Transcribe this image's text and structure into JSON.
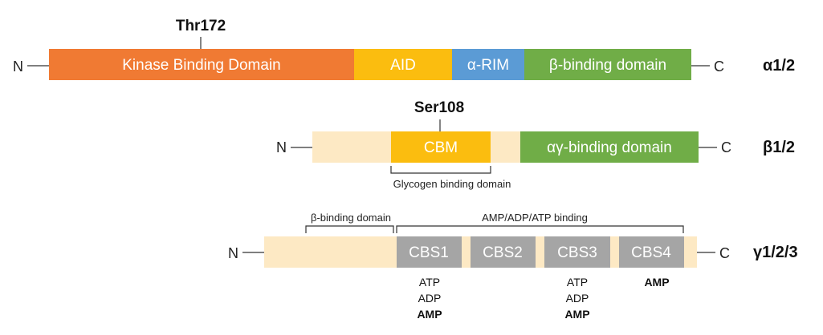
{
  "colors": {
    "orange": "#f07a33",
    "yellow": "#fbbd0f",
    "blue": "#5b9bd5",
    "green": "#70ad47",
    "cream": "#fde9c4",
    "gray": "#a5a5a5"
  },
  "alpha": {
    "subunit": "α1/2",
    "n_terminus": "N",
    "c_terminus": "C",
    "site": "Thr172",
    "segments": [
      "Kinase Binding Domain",
      "AID",
      "α-RIM",
      "β-binding domain"
    ]
  },
  "beta": {
    "subunit": "β1/2",
    "n_terminus": "N",
    "c_terminus": "C",
    "site": "Ser108",
    "segments": [
      "CBM",
      "αγ-binding domain"
    ],
    "bracket_label": "Glycogen binding domain"
  },
  "gamma": {
    "subunit": "γ1/2/3",
    "n_terminus": "N",
    "c_terminus": "C",
    "bracket_beta": "β-binding domain",
    "bracket_nucleotide": "AMP/ADP/ATP binding",
    "segments": [
      "CBS1",
      "CBS2",
      "CBS3",
      "CBS4"
    ],
    "cbs1_ligands": [
      "ATP",
      "ADP",
      "AMP"
    ],
    "cbs3_ligands": [
      "ATP",
      "ADP",
      "AMP"
    ],
    "cbs4_ligands": [
      "AMP"
    ]
  }
}
